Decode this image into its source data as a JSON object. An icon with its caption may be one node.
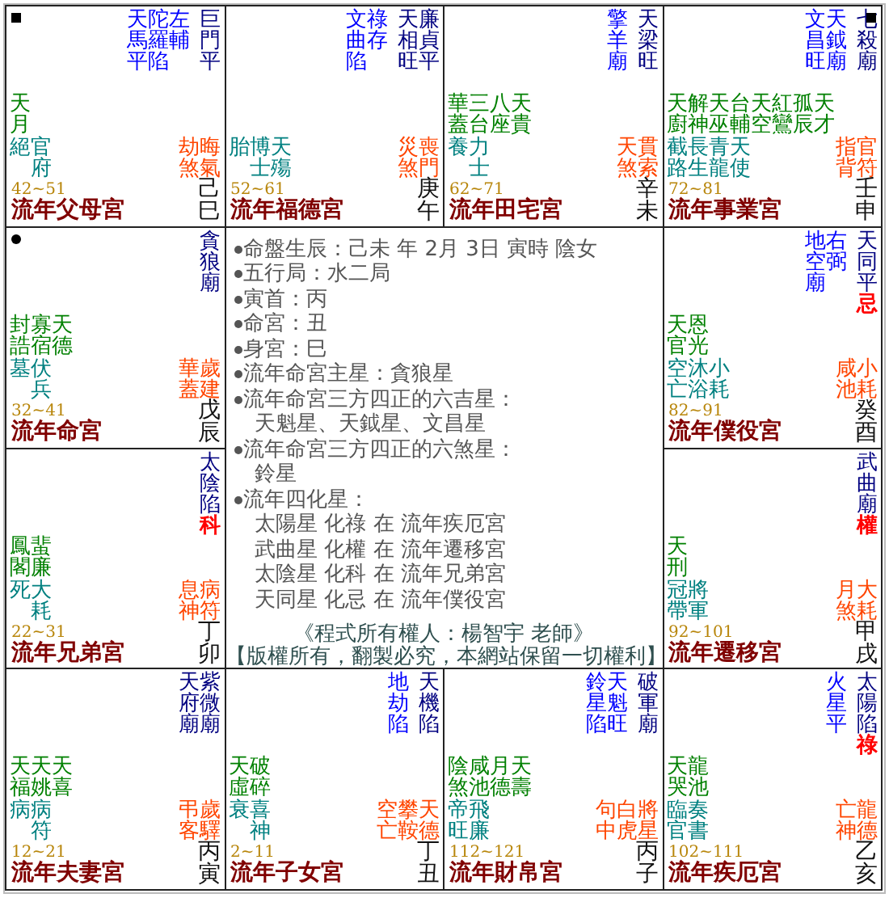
{
  "diagram": {
    "nodes": [
      {
        "text": [
          "巨門平",
          "左輔",
          "陀羅陷",
          "天馬平",
          "天月",
          "絕",
          "官府",
          "晦氣",
          "劫煞",
          "42~51",
          "流年父母宮",
          "己巳"
        ]
      },
      {
        "text": [
          "廉貞平",
          "天相旺",
          "祿存",
          "文曲陷",
          "胎",
          "博士",
          "天殤",
          "喪門",
          "災煞",
          "52~61",
          "流年福德宮",
          "庚午"
        ]
      },
      {
        "text": [
          "天梁旺",
          "擎羊廟",
          "華蓋",
          "三台",
          "八座",
          "天貴",
          "養",
          "力士",
          "貫索",
          "天煞",
          "62~71",
          "流年田宅宮",
          "辛未"
        ]
      },
      {
        "text": [
          "七殺廟",
          "天鉞廟",
          "文昌旺",
          "天廚",
          "解神",
          "天巫",
          "台輔",
          "天空",
          "紅鸞",
          "孤辰",
          "天才",
          "截路",
          "長生",
          "青龍",
          "天使",
          "官符",
          "指背",
          "72~81",
          "流年事業宮",
          "壬申"
        ]
      },
      {
        "text": [
          "貪狼廟",
          "封誥",
          "寡宿",
          "天德",
          "墓",
          "伏兵",
          "歲建",
          "華蓋",
          "32~41",
          "流年命宮",
          "戊辰"
        ]
      },
      {
        "text": [
          "命盤生辰：己未 年 2月 3日 寅時 陰女",
          "五行局：水二局",
          "寅首：丙",
          "命宮：丑",
          "身宮：巳",
          "流年命宮主星：貪狼星",
          "流年命宮三方四正的六吉星：",
          "天魁星、天鉞星、文昌星",
          "流年命宮三方四正的六煞星：",
          "鈴星",
          "流年四化星：",
          "太陽星 化祿 在 流年疾厄宮",
          "武曲星 化權 在 流年遷移宮",
          "太陰星 化科 在 流年兄弟宮",
          "天同星 化忌 在 流年僕役宮",
          "《程式所有權人：楊智宇 老師》",
          "【版權所有，翻製必究，本網站保留一切權利】"
        ]
      },
      {
        "text": [
          "天同平",
          "右弼",
          "地空廟",
          "忌",
          "天官",
          "恩光",
          "空亡",
          "沐浴",
          "小耗",
          "小耗",
          "咸池",
          "82~91",
          "流年僕役宮",
          "癸酉"
        ]
      },
      {
        "text": [
          "太陰陷",
          "科",
          "鳳閣",
          "蜚廉",
          "死",
          "大耗",
          "病符",
          "息神",
          "22~31",
          "流年兄弟宮",
          "丁卯"
        ]
      },
      {
        "text": [
          "武曲廟",
          "權",
          "天刑",
          "冠帶",
          "將軍",
          "大耗",
          "月煞",
          "92~101",
          "流年遷移宮",
          "甲戌"
        ]
      },
      {
        "text": [
          "紫微廟",
          "天府廟",
          "天福",
          "天姚",
          "天喜",
          "病",
          "病符",
          "歲驛",
          "弔客",
          "12~21",
          "流年夫妻宮",
          "丙寅"
        ]
      },
      {
        "text": [
          "天機陷",
          "地劫陷",
          "天虛",
          "破碎",
          "衰",
          "喜神",
          "天德",
          "攀鞍",
          "空亡",
          "2~11",
          "流年子女宮",
          "丁丑"
        ]
      },
      {
        "text": [
          "破軍廟",
          "天魁旺",
          "鈴星陷",
          "陰煞",
          "咸池",
          "月德",
          "天壽",
          "帝旺",
          "飛廉",
          "將星",
          "白虎",
          "句中",
          "112~121",
          "流年財帛宮",
          "丙子"
        ]
      },
      {
        "text": [
          "太陽陷",
          "火星平",
          "祿",
          "天哭",
          "龍池",
          "臨官",
          "奏書",
          "龍德",
          "亡神",
          "102~111",
          "流年疾厄宮",
          "乙亥"
        ]
      }
    ]
  }
}
